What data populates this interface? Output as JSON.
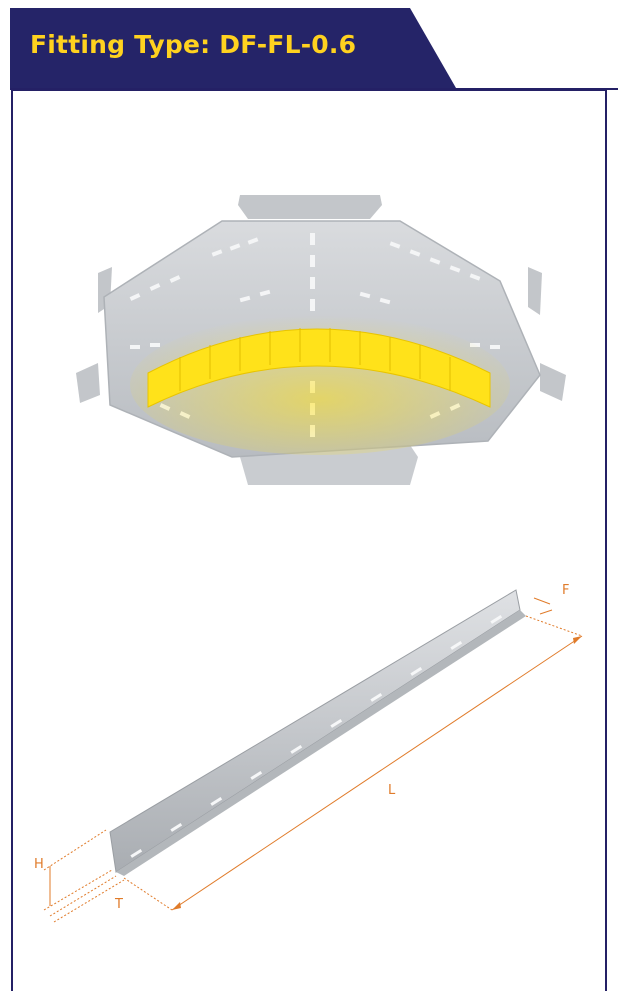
{
  "header": {
    "title": "Fitting Type: DF-FL-0.6"
  },
  "dimension_labels": {
    "F": "F",
    "L": "L",
    "H": "H",
    "T": "T"
  },
  "colors": {
    "header_bg": "#252468",
    "title_text": "#ffd21f",
    "highlight": "#ffe21a",
    "dimension": "#e07b2a",
    "metal": "#c9ccd0"
  },
  "figures": {
    "top": "cross-fitting-highlighted-flange",
    "bottom": "straight-flange-strip-with-dimensions"
  }
}
